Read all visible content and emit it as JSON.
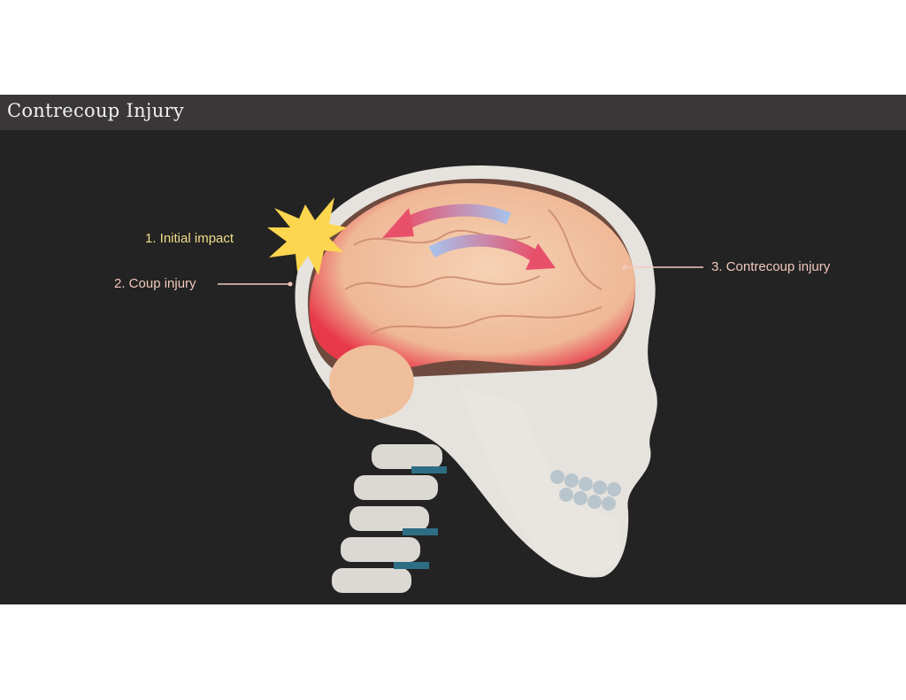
{
  "slide": {
    "title": "Contrecoup Injury",
    "labels": {
      "initial_impact": "1. Initial impact",
      "coup_injury": "2. Coup injury",
      "contrecoup_injury": "3. Contrecoup injury"
    },
    "colors": {
      "background": "#232323",
      "title_bar": "#3b3637",
      "impact_star": "#fdd64f",
      "injury_red": "#e8394a",
      "brain": "#f2c3a0",
      "bone": "#e6e3de"
    }
  }
}
